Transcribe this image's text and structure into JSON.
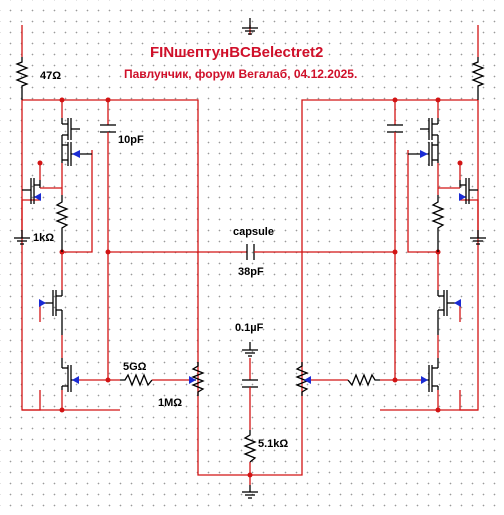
{
  "title": "FINшептунBCBelectret2",
  "subtitle": "Павлунчик, форум Вегалаб, 04.12.2025.",
  "labels": {
    "r_47": "47Ω",
    "c_10p": "10pF",
    "r_1k": "1kΩ",
    "capsule": "capsule",
    "c_38p": "38pF",
    "c_01u": "0.1µF",
    "r_5g": "5GΩ",
    "pot_1m": "1MΩ",
    "r_5k1": "5.1kΩ"
  },
  "colors": {
    "wire": "#d21414",
    "component": "#000000",
    "arrow": "#1a2bd4",
    "title": "#d0102a"
  }
}
